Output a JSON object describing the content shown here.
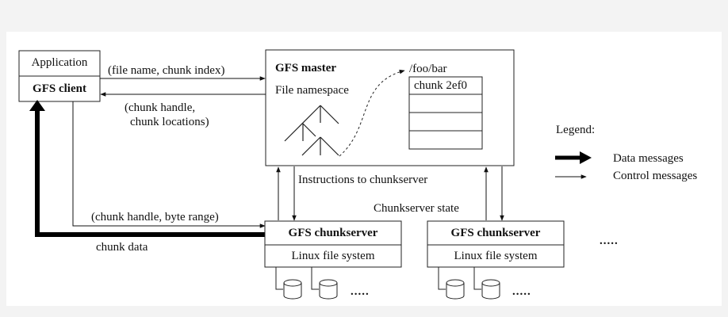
{
  "client": {
    "app_label": "Application",
    "client_label": "GFS client"
  },
  "master": {
    "title": "GFS master",
    "namespace_label": "File namespace",
    "path_label": "/foo/bar",
    "chunk_label": "chunk 2ef0"
  },
  "messages": {
    "file_request": "(file name, chunk index)",
    "reply_line1": "(chunk handle,",
    "reply_line2": "chunk locations)",
    "read_request": "(chunk handle, byte range)",
    "chunk_data": "chunk data",
    "instructions": "Instructions to chunkserver",
    "state": "Chunkserver state"
  },
  "chunkservers": [
    {
      "title": "GFS chunkserver",
      "fs_label": "Linux file system"
    },
    {
      "title": "GFS chunkserver",
      "fs_label": "Linux file system"
    }
  ],
  "ellipsis": ".....",
  "legend": {
    "title": "Legend:",
    "data_label": "Data messages",
    "control_label": "Control messages"
  }
}
